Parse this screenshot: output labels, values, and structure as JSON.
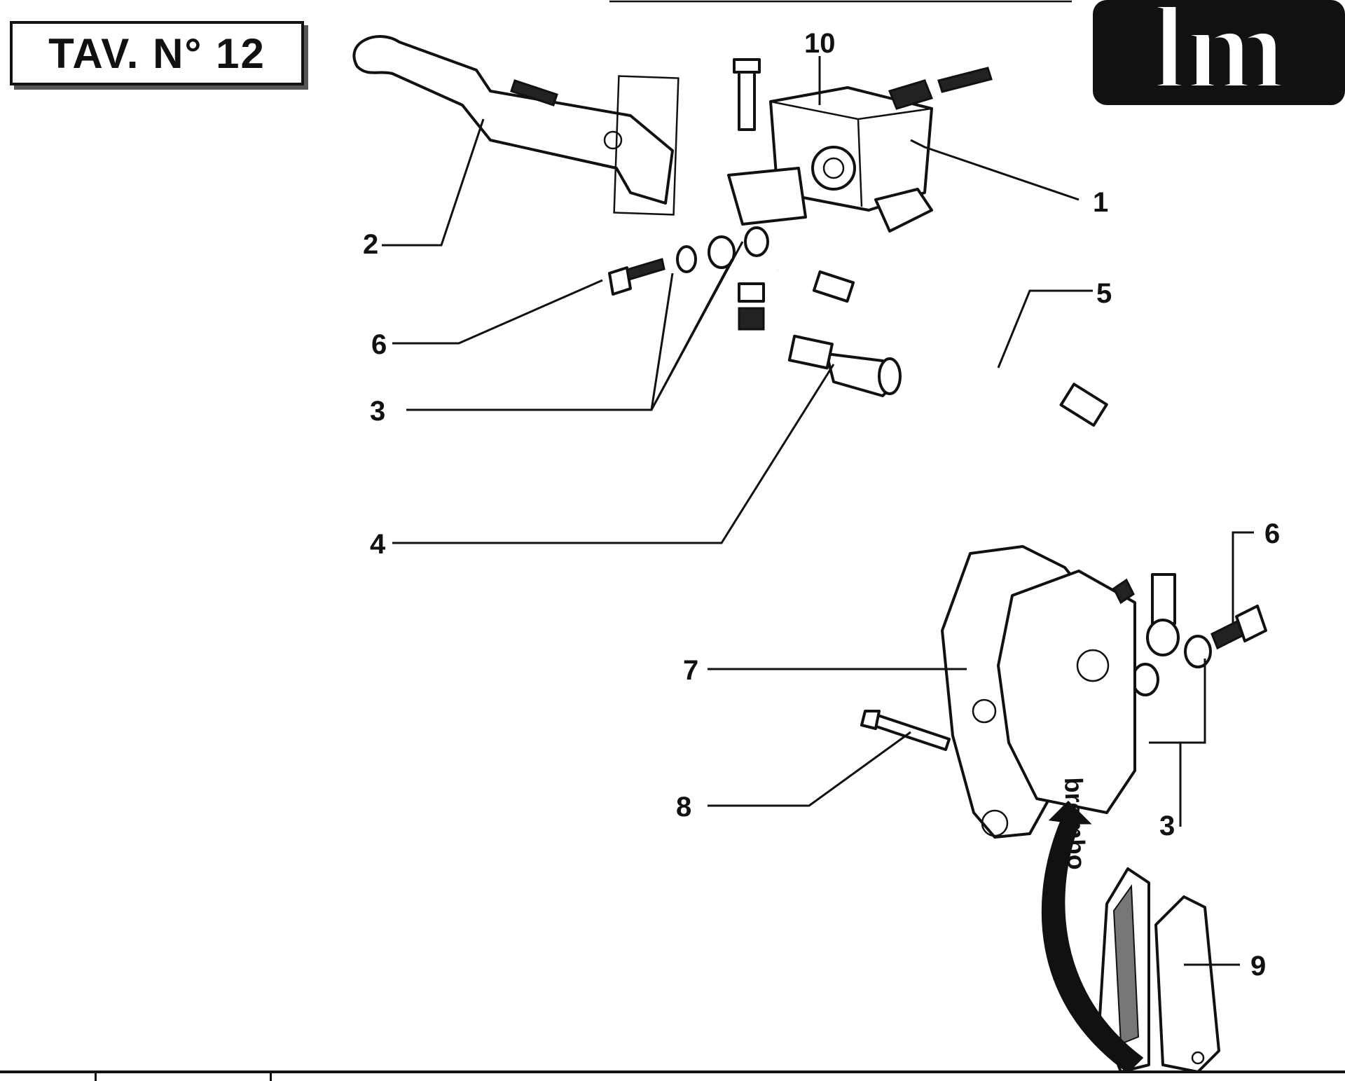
{
  "plate": {
    "title": "TAV. N° 12",
    "logo_text": "lm",
    "caliper_brand": "brembo"
  },
  "callouts": [
    {
      "id": "1",
      "label": "1"
    },
    {
      "id": "2",
      "label": "2"
    },
    {
      "id": "3a",
      "label": "3"
    },
    {
      "id": "3b",
      "label": "3"
    },
    {
      "id": "4",
      "label": "4"
    },
    {
      "id": "5",
      "label": "5"
    },
    {
      "id": "6a",
      "label": "6"
    },
    {
      "id": "6b",
      "label": "6"
    },
    {
      "id": "7",
      "label": "7"
    },
    {
      "id": "8",
      "label": "8"
    },
    {
      "id": "9",
      "label": "9"
    },
    {
      "id": "10",
      "label": "10"
    }
  ],
  "colors": {
    "ink": "#111111",
    "paper": "#ffffff",
    "shadow": "#555555"
  }
}
